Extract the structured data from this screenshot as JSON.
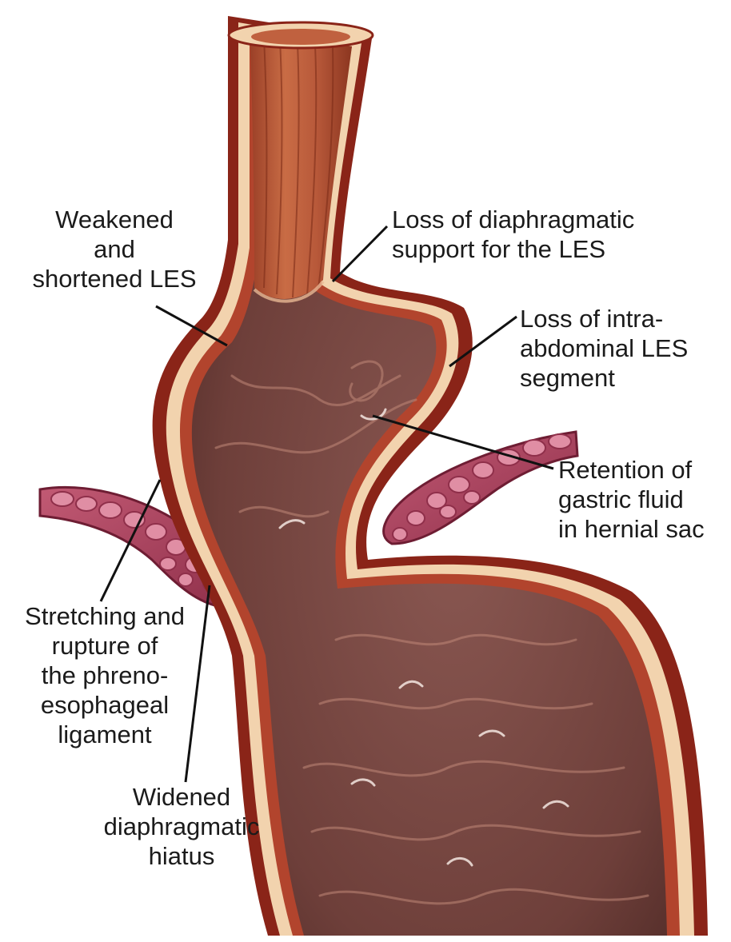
{
  "colors": {
    "lumen": "#7b4a44",
    "lumen_dark": "#4f2a26",
    "wall_outer": "#8a2418",
    "wall_band": "#f2d3ae",
    "wall_inner": "#b2442d",
    "diaphragm": "#b04a66",
    "diaphragm_cells": "#e08ea4",
    "esophagus_mucosa": "#b9603f",
    "leader_line": "#111111",
    "label_text": "#1b1b1b"
  },
  "labels": {
    "weakened_les": [
      "Weakened",
      "and",
      "shortened LES"
    ],
    "loss_diaphragmatic_support": [
      "Loss of diaphragmatic",
      "support for the LES"
    ],
    "loss_intra_abdominal": [
      "Loss of intra-",
      "abdominal LES",
      "segment"
    ],
    "retention_gastric_fluid": [
      "Retention of",
      "gastric fluid",
      "in hernial sac"
    ],
    "stretching_rupture": [
      "Stretching and",
      "rupture of",
      "the phreno-",
      "esophageal",
      "ligament"
    ],
    "widened_hiatus": [
      "Widened",
      "diaphragmatic",
      "hiatus"
    ]
  }
}
